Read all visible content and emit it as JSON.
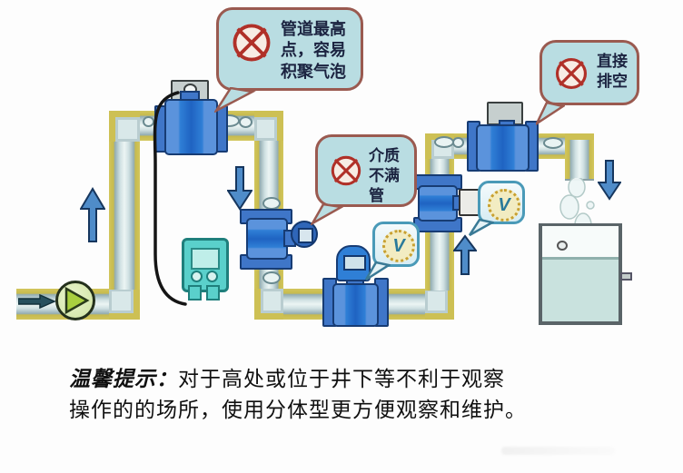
{
  "diagram": {
    "title_hint": "electromagnetic flowmeter installation diagram",
    "callouts": [
      {
        "id": "pipe-high-point",
        "icon": "prohibited-icon",
        "text": "管道最高点，容易积聚气泡"
      },
      {
        "id": "partially-filled-pipe",
        "icon": "prohibited-icon",
        "text": "介质不满管"
      },
      {
        "id": "direct-drain",
        "icon": "prohibited-icon",
        "text": "直接排空"
      }
    ],
    "checks": [
      {
        "id": "ok-vertical-rise",
        "glyph": "V"
      },
      {
        "id": "ok-vertical-rise-2",
        "glyph": "V"
      }
    ]
  },
  "note": {
    "label": "温馨提示：",
    "line1": "对于高处或位于井下等不利于观察",
    "line2": "操作的的场所，使用分体型更方便观察和维护。"
  },
  "icons": {
    "prohibited": "circle with red X",
    "check": "circle with V mark",
    "flow_up": "↑",
    "flow_down": "↓",
    "flow_right": "→",
    "pump": "circle with right-pointing triangle"
  },
  "colors": {
    "pipe_edge": "#d2c65c",
    "pipe_body": "#dcebec",
    "meter_blue": "#2f7fd6",
    "warn_fill": "#b9dde2",
    "warn_border": "#9a5a50",
    "warn_red": "#b03028",
    "check_fill": "#eaf5f9",
    "check_border": "#4a9ab8",
    "check_glyph": "#2a7a9a",
    "arrow_blue": "#4f8cc9",
    "pump_green": "#a9cf3f",
    "converter_teal": "#5ad0cb",
    "water": "#c9e2de"
  }
}
